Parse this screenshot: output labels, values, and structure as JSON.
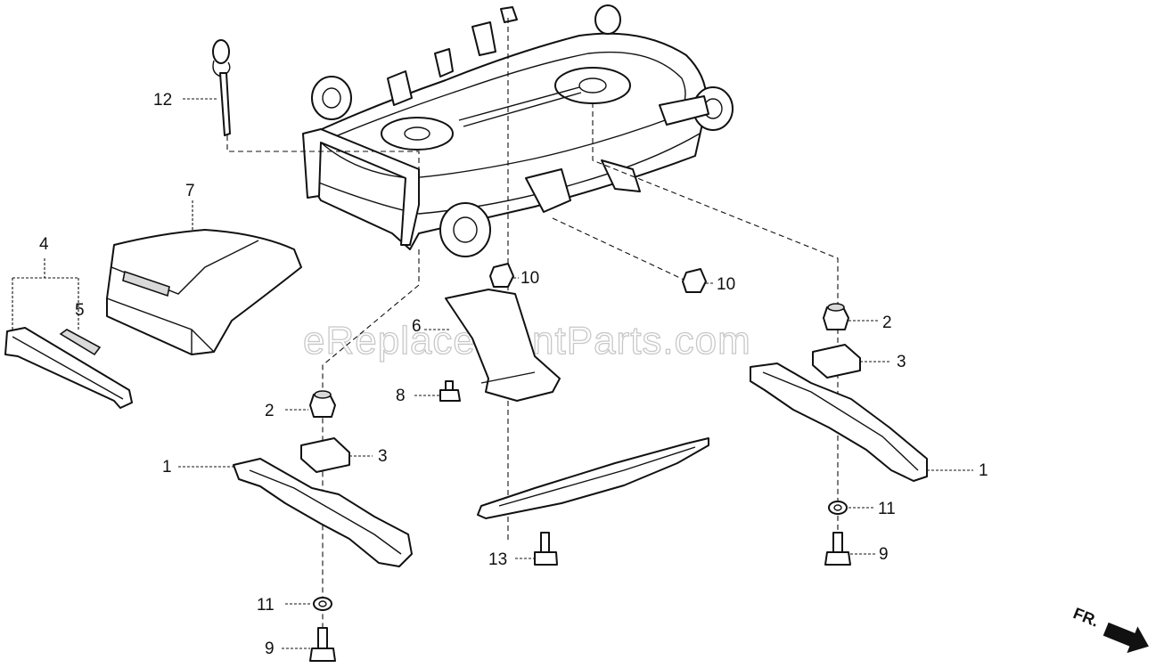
{
  "watermark": "eReplacementParts.com",
  "front_label": "FR.",
  "callouts": {
    "c1_left": "1",
    "c1_right": "1",
    "c2_left": "2",
    "c2_right": "2",
    "c3_left": "3",
    "c3_right": "3",
    "c4": "4",
    "c5": "5",
    "c6": "6",
    "c7": "7",
    "c8": "8",
    "c9_left": "9",
    "c9_right": "9",
    "c10_center": "10",
    "c10_right": "10",
    "c11_left": "11",
    "c11_right": "11",
    "c12": "12",
    "c13": "13"
  }
}
